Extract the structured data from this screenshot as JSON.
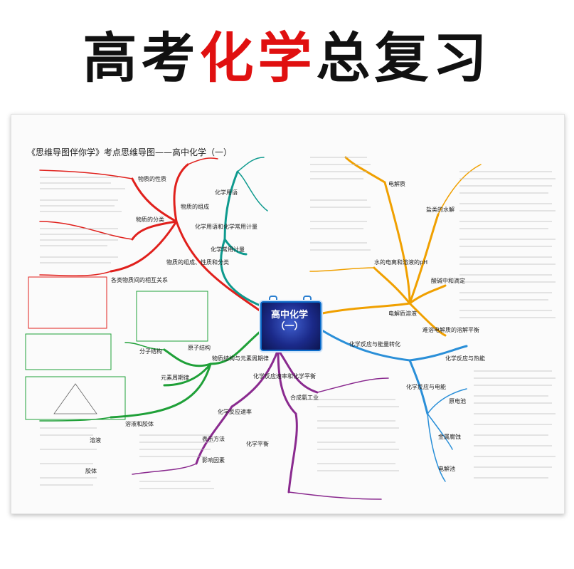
{
  "banner": {
    "title_black_1": "高考",
    "title_red": "化学",
    "title_black_2": "总复习"
  },
  "poster": {
    "subtitle": "《思维导图伴你学》考点思维导图——高中化学（一）",
    "center_title": "高中化学",
    "center_subtitle": "（一）",
    "branches": {
      "composition": "物质的组成、性质和分类",
      "composition_sub1": "物质的性质",
      "composition_sub2": "物质的分类",
      "composition_sub3": "物质的组成",
      "relations": "各类物质间的相互关系",
      "chem_terms": "化学用语和化学常用计量",
      "chem_terms_sub1": "化学用语",
      "chem_terms_sub2": "化学常用计量",
      "structure": "物质结构与元素周期律",
      "structure_sub1": "分子结构",
      "structure_sub2": "元素周期律",
      "structure_sub3": "原子结构",
      "solution": "溶液和胶体",
      "solution_sub1": "溶液",
      "solution_sub2": "胶体",
      "rate": "化学反应速率和化学平衡",
      "rate_sub1": "化学反应速率",
      "rate_sub2": "化学平衡",
      "rate_sub3": "合成氨工业",
      "rate_sub4": "影响因素",
      "rate_sub5": "表示方法",
      "electrolyte": "电解质溶液",
      "electrolyte_sub1": "电解质",
      "electrolyte_sub2": "水的电离和溶液的pH",
      "electrolyte_sub3": "盐类的水解",
      "electrolyte_sub4": "酸碱中和滴定",
      "electrolyte_sub5": "难溶电解质的溶解平衡",
      "energy": "化学反应与能量转化",
      "energy_sub1": "化学反应与热能",
      "energy_sub2": "化学反应与电能",
      "energy_sub3": "原电池",
      "energy_sub4": "电解池",
      "energy_sub5": "金属腐蚀"
    }
  },
  "colors": {
    "red": "#e0201c",
    "teal": "#0e9a8e",
    "green": "#1fa038",
    "purple": "#8a2a8f",
    "orange": "#f0a000",
    "blue": "#2a8fd8",
    "banner_red": "#e01010"
  }
}
